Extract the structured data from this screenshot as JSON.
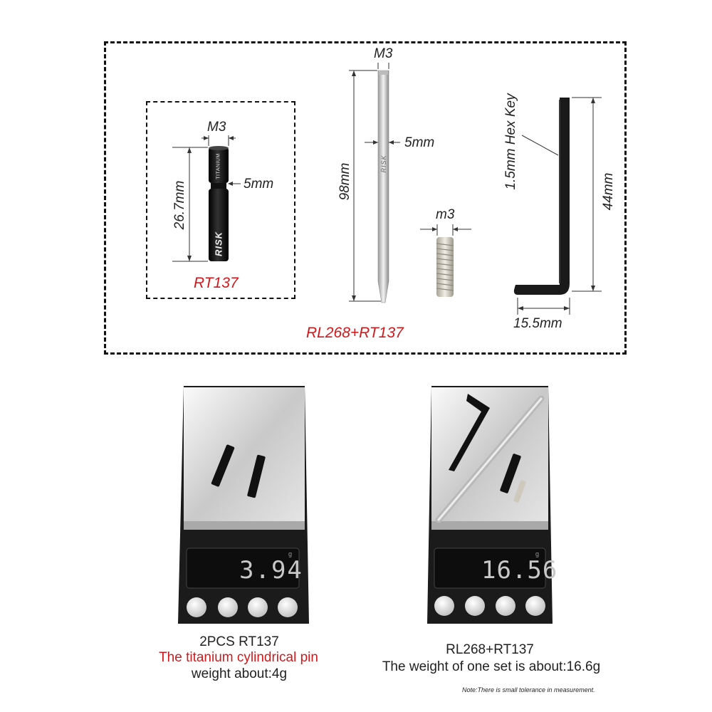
{
  "top_panel": {
    "rt137": {
      "thread_label": "M3",
      "length_label": "26.7mm",
      "diameter_label": "5mm",
      "pin_text_1": "TITANIUM",
      "pin_logo": "RISK",
      "model_label": "RT137"
    },
    "rl268_rod": {
      "thread_label": "M3",
      "length_label": "98mm",
      "diameter_label": "5mm",
      "rod_logo": "RISK"
    },
    "grub_screw": {
      "thread_label": "m3"
    },
    "hex_key": {
      "name_label": "1.5mm Hex Key",
      "length_label": "44mm",
      "width_label": "15.5mm"
    },
    "set_label": "RL268+RT137"
  },
  "scales": [
    {
      "reading": "3.94",
      "unit": "g",
      "caption_line1": "2PCS RT137",
      "caption_line2": "The titanium cylindrical pin",
      "caption_line3": "weight about:4g"
    },
    {
      "reading": "16.56",
      "unit": "g",
      "caption_line1": "RL268+RT137",
      "caption_line2": "The weight of one set is about:16.6g"
    }
  ],
  "note": "Note:There is small tolerance in measurement.",
  "colors": {
    "accent_red": "#d0191d",
    "frame": "#111111"
  }
}
